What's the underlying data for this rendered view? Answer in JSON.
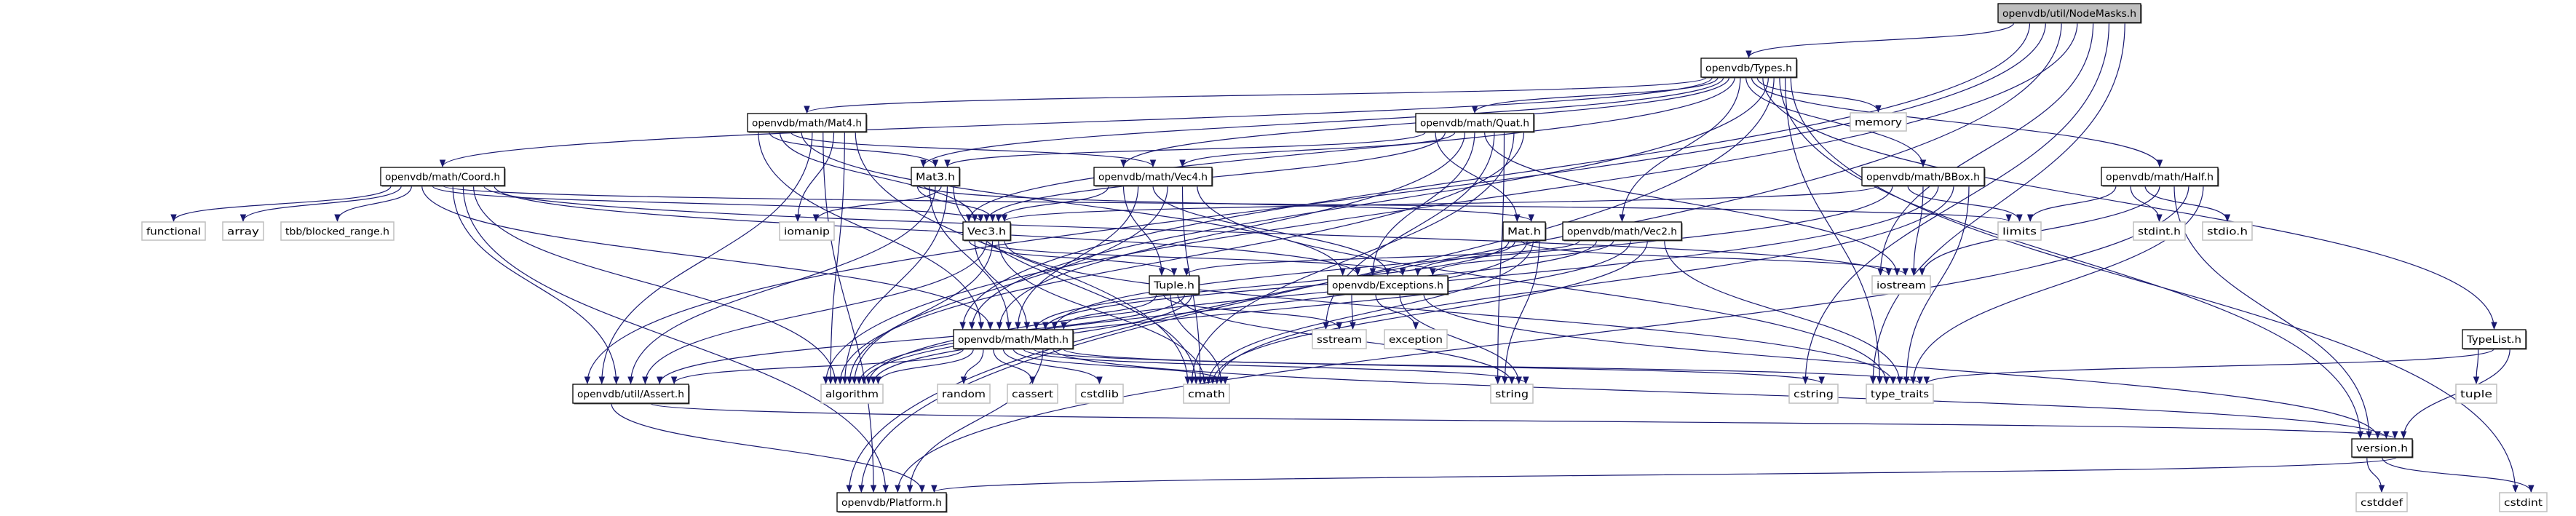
{
  "graph": {
    "colors": {
      "edge": "#191970",
      "focus_fill": "#bfbfbf",
      "project_border": "#000000",
      "system_border": "#bfbfbf",
      "background": "#ffffff"
    },
    "nodes": [
      {
        "id": "nodemasks",
        "label": "openvdb/util/NodeMasks.h",
        "kind": "focus"
      },
      {
        "id": "types",
        "label": "openvdb/Types.h",
        "kind": "project"
      },
      {
        "id": "mat4",
        "label": "openvdb/math/Mat4.h",
        "kind": "project"
      },
      {
        "id": "quat",
        "label": "openvdb/math/Quat.h",
        "kind": "project"
      },
      {
        "id": "memory",
        "label": "memory",
        "kind": "system"
      },
      {
        "id": "coord",
        "label": "openvdb/math/Coord.h",
        "kind": "project"
      },
      {
        "id": "mat3",
        "label": "Mat3.h",
        "kind": "project"
      },
      {
        "id": "vec4",
        "label": "openvdb/math/Vec4.h",
        "kind": "project"
      },
      {
        "id": "bbox",
        "label": "openvdb/math/BBox.h",
        "kind": "project"
      },
      {
        "id": "half",
        "label": "openvdb/math/Half.h",
        "kind": "project"
      },
      {
        "id": "functional",
        "label": "functional",
        "kind": "system"
      },
      {
        "id": "array",
        "label": "array",
        "kind": "system"
      },
      {
        "id": "tbb",
        "label": "tbb/blocked_range.h",
        "kind": "system"
      },
      {
        "id": "iomanip",
        "label": "iomanip",
        "kind": "system"
      },
      {
        "id": "vec3",
        "label": "Vec3.h",
        "kind": "project"
      },
      {
        "id": "math_mat",
        "label": "Mat.h",
        "kind": "project"
      },
      {
        "id": "vec2",
        "label": "openvdb/math/Vec2.h",
        "kind": "project"
      },
      {
        "id": "limits",
        "label": "limits",
        "kind": "system"
      },
      {
        "id": "stdint",
        "label": "stdint.h",
        "kind": "system"
      },
      {
        "id": "stdio",
        "label": "stdio.h",
        "kind": "system"
      },
      {
        "id": "tuple_h",
        "label": "Tuple.h",
        "kind": "project"
      },
      {
        "id": "exceptions",
        "label": "openvdb/Exceptions.h",
        "kind": "project"
      },
      {
        "id": "iostream",
        "label": "iostream",
        "kind": "system"
      },
      {
        "id": "mathh",
        "label": "openvdb/math/Math.h",
        "kind": "project"
      },
      {
        "id": "sstream",
        "label": "sstream",
        "kind": "system"
      },
      {
        "id": "exception",
        "label": "exception",
        "kind": "system"
      },
      {
        "id": "typelist",
        "label": "TypeList.h",
        "kind": "project"
      },
      {
        "id": "assert",
        "label": "openvdb/util/Assert.h",
        "kind": "project"
      },
      {
        "id": "algorithm",
        "label": "algorithm",
        "kind": "system"
      },
      {
        "id": "random",
        "label": "random",
        "kind": "system"
      },
      {
        "id": "cassert",
        "label": "cassert",
        "kind": "system"
      },
      {
        "id": "cstdlib",
        "label": "cstdlib",
        "kind": "system"
      },
      {
        "id": "cmath",
        "label": "cmath",
        "kind": "system"
      },
      {
        "id": "string",
        "label": "string",
        "kind": "system"
      },
      {
        "id": "cstring",
        "label": "cstring",
        "kind": "system"
      },
      {
        "id": "type_traits",
        "label": "type_traits",
        "kind": "system"
      },
      {
        "id": "tuple",
        "label": "tuple",
        "kind": "system"
      },
      {
        "id": "version",
        "label": "version.h",
        "kind": "project"
      },
      {
        "id": "platform",
        "label": "openvdb/Platform.h",
        "kind": "project"
      },
      {
        "id": "cstddef",
        "label": "cstddef",
        "kind": "system"
      },
      {
        "id": "cstdint",
        "label": "cstdint",
        "kind": "system"
      }
    ],
    "edges": [
      [
        "nodemasks",
        "types"
      ],
      [
        "nodemasks",
        "mathh"
      ],
      [
        "nodemasks",
        "assert"
      ],
      [
        "nodemasks",
        "platform"
      ],
      [
        "nodemasks",
        "algorithm"
      ],
      [
        "nodemasks",
        "iostream"
      ],
      [
        "nodemasks",
        "cstring"
      ],
      [
        "nodemasks",
        "type_traits"
      ],
      [
        "types",
        "mat4"
      ],
      [
        "types",
        "coord"
      ],
      [
        "types",
        "quat"
      ],
      [
        "types",
        "mat3"
      ],
      [
        "types",
        "vec4"
      ],
      [
        "types",
        "vec3"
      ],
      [
        "types",
        "vec2"
      ],
      [
        "types",
        "bbox"
      ],
      [
        "types",
        "half"
      ],
      [
        "types",
        "memory"
      ],
      [
        "types",
        "typelist"
      ],
      [
        "types",
        "mathh"
      ],
      [
        "types",
        "platform"
      ],
      [
        "types",
        "version"
      ],
      [
        "types",
        "type_traits"
      ],
      [
        "types",
        "cstdint"
      ],
      [
        "mat4",
        "mathh"
      ],
      [
        "mat4",
        "mat3"
      ],
      [
        "mat4",
        "vec3"
      ],
      [
        "mat4",
        "vec4"
      ],
      [
        "mat4",
        "exceptions"
      ],
      [
        "mat4",
        "assert"
      ],
      [
        "mat4",
        "platform"
      ],
      [
        "mat4",
        "iomanip"
      ],
      [
        "mat4",
        "algorithm"
      ],
      [
        "mat4",
        "cmath"
      ],
      [
        "coord",
        "functional"
      ],
      [
        "coord",
        "array"
      ],
      [
        "coord",
        "tbb"
      ],
      [
        "coord",
        "mathh"
      ],
      [
        "coord",
        "vec3"
      ],
      [
        "coord",
        "limits"
      ],
      [
        "coord",
        "assert"
      ],
      [
        "coord",
        "platform"
      ],
      [
        "coord",
        "algorithm"
      ],
      [
        "coord",
        "iostream"
      ],
      [
        "coord",
        "exceptions"
      ],
      [
        "quat",
        "mat3"
      ],
      [
        "quat",
        "math_mat"
      ],
      [
        "quat",
        "vec3"
      ],
      [
        "quat",
        "vec4"
      ],
      [
        "quat",
        "mathh"
      ],
      [
        "quat",
        "exceptions"
      ],
      [
        "quat",
        "iostream"
      ],
      [
        "quat",
        "sstream"
      ],
      [
        "quat",
        "string"
      ],
      [
        "quat",
        "cmath"
      ],
      [
        "quat",
        "algorithm"
      ],
      [
        "mat3",
        "vec3"
      ],
      [
        "mat3",
        "math_mat"
      ],
      [
        "mat3",
        "mathh"
      ],
      [
        "mat3",
        "assert"
      ],
      [
        "mat3",
        "iomanip"
      ],
      [
        "mat3",
        "algorithm"
      ],
      [
        "mat3",
        "cmath"
      ],
      [
        "vec4",
        "vec3"
      ],
      [
        "vec4",
        "tuple_h"
      ],
      [
        "vec4",
        "mathh"
      ],
      [
        "vec4",
        "exceptions"
      ],
      [
        "vec4",
        "algorithm"
      ],
      [
        "vec4",
        "cmath"
      ],
      [
        "vec4",
        "type_traits"
      ],
      [
        "vec3",
        "tuple_h"
      ],
      [
        "vec3",
        "mathh"
      ],
      [
        "vec3",
        "exceptions"
      ],
      [
        "vec3",
        "assert"
      ],
      [
        "vec3",
        "algorithm"
      ],
      [
        "vec3",
        "cmath"
      ],
      [
        "vec3",
        "type_traits"
      ],
      [
        "math_mat",
        "mathh"
      ],
      [
        "math_mat",
        "exceptions"
      ],
      [
        "math_mat",
        "iostream"
      ],
      [
        "math_mat",
        "algorithm"
      ],
      [
        "math_mat",
        "cmath"
      ],
      [
        "math_mat",
        "string"
      ],
      [
        "vec2",
        "tuple_h"
      ],
      [
        "vec2",
        "mathh"
      ],
      [
        "vec2",
        "exceptions"
      ],
      [
        "vec2",
        "algorithm"
      ],
      [
        "vec2",
        "cmath"
      ],
      [
        "vec2",
        "type_traits"
      ],
      [
        "bbox",
        "vec3"
      ],
      [
        "bbox",
        "mathh"
      ],
      [
        "bbox",
        "limits"
      ],
      [
        "bbox",
        "iostream"
      ],
      [
        "bbox",
        "algorithm"
      ],
      [
        "bbox",
        "cmath"
      ],
      [
        "bbox",
        "type_traits"
      ],
      [
        "half",
        "limits"
      ],
      [
        "half",
        "stdint"
      ],
      [
        "half",
        "stdio"
      ],
      [
        "half",
        "iostream"
      ],
      [
        "half",
        "version"
      ],
      [
        "half",
        "platform"
      ],
      [
        "half",
        "type_traits"
      ],
      [
        "tuple_h",
        "mathh"
      ],
      [
        "tuple_h",
        "sstream"
      ],
      [
        "tuple_h",
        "cmath"
      ],
      [
        "tuple_h",
        "string"
      ],
      [
        "tuple_h",
        "assert"
      ],
      [
        "tuple_h",
        "algorithm"
      ],
      [
        "exceptions",
        "sstream"
      ],
      [
        "exceptions",
        "exception"
      ],
      [
        "exceptions",
        "string"
      ],
      [
        "exceptions",
        "version"
      ],
      [
        "mathh",
        "assert"
      ],
      [
        "mathh",
        "algorithm"
      ],
      [
        "mathh",
        "random"
      ],
      [
        "mathh",
        "cassert"
      ],
      [
        "mathh",
        "cstdlib"
      ],
      [
        "mathh",
        "cmath"
      ],
      [
        "mathh",
        "string"
      ],
      [
        "mathh",
        "type_traits"
      ],
      [
        "mathh",
        "platform"
      ],
      [
        "mathh",
        "version"
      ],
      [
        "mathh",
        "cstring"
      ],
      [
        "assert",
        "platform"
      ],
      [
        "assert",
        "version"
      ],
      [
        "typelist",
        "tuple"
      ],
      [
        "typelist",
        "type_traits"
      ],
      [
        "typelist",
        "version"
      ],
      [
        "version",
        "cstddef"
      ],
      [
        "version",
        "cstdint"
      ],
      [
        "version",
        "platform"
      ]
    ]
  }
}
